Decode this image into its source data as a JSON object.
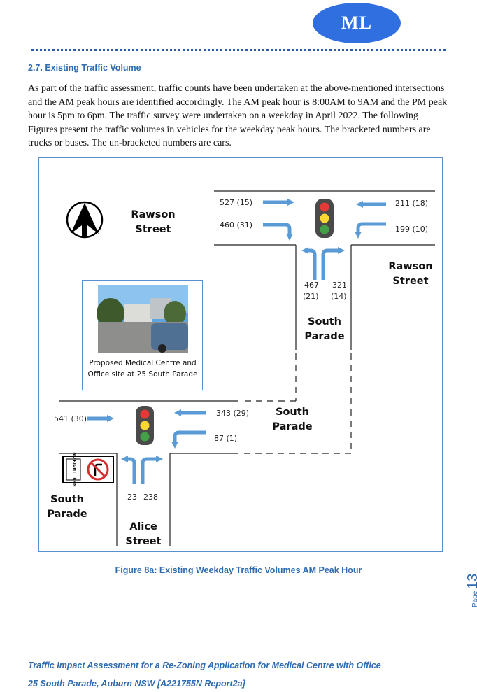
{
  "header": {
    "logo_text": "ML"
  },
  "section": {
    "heading": "2.7. Existing Traffic Volume",
    "paragraph": "As part of the traffic assessment, traffic counts have been undertaken at the above-mentioned intersections and the AM peak hours are identified accordingly. The AM peak hour is 8:00AM to 9AM and the PM peak hour is 5pm to 6pm. The traffic survey were undertaken on a weekday in April 2022. The following Figures present the traffic volumes in vehicles for the weekday peak hours. The bracketed numbers are trucks or buses. The un-bracketed numbers are cars."
  },
  "figure": {
    "streets": {
      "rawson_west": "Rawson Street",
      "rawson_east": "Rawson Street",
      "south_parade_north": "South Parade",
      "south_parade_mid": "South Parade",
      "south_parade_west": "South Parade",
      "alice": "Alice Street"
    },
    "volumes": {
      "rawson_west_through": "527 (15)",
      "rawson_west_right": "460 (31)",
      "rawson_east_through": "211 (18)",
      "rawson_east_left": "199 (10)",
      "south_parade_left_cars": "467",
      "south_parade_left_heavy": "(21)",
      "south_parade_right_cars": "321",
      "south_parade_right_heavy": "(14)",
      "sp_west_through": "541 (30)",
      "sp_east_through": "343 (29)",
      "sp_east_left": "87 (1)",
      "alice_left": "23",
      "alice_right": "238"
    },
    "sign_text": "NO RIGHT TURN",
    "photo_caption": "Proposed Medical Centre and Office site at 25 South Parade",
    "caption": "Figure 8a: Existing Weekday Traffic Volumes AM Peak Hour"
  },
  "page": {
    "label": "Page",
    "number": "13"
  },
  "footer": {
    "line1": "Traffic Impact Assessment for a Re-Zoning Application for Medical Centre with Office",
    "line2": "25 South Parade, Auburn NSW [A221755N Report2a]"
  },
  "colors": {
    "accent_blue": "#2e6bb0",
    "arrow_blue": "#5b9bd5",
    "logo_blue": "#2f6fe0"
  }
}
